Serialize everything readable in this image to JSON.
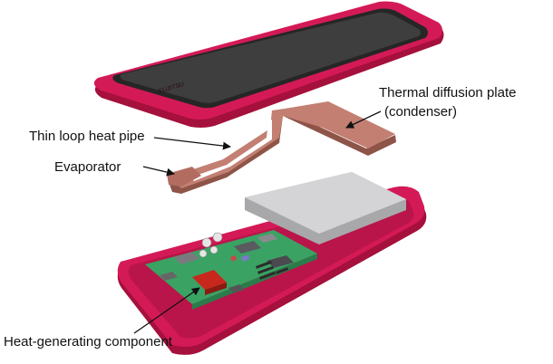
{
  "labels": {
    "thermal_plate_line1": "Thermal diffusion plate",
    "thermal_plate_line2": "(condenser)",
    "loop_pipe": "Thin loop heat pipe",
    "evaporator": "Evaporator",
    "heat_component": "Heat-generating component"
  },
  "phone_logo": "FUJITSU",
  "colors": {
    "case_red": "#d41a56",
    "case_red_dark": "#a5103c",
    "screen": "#3e3e3e",
    "pipe_copper": "#c27f72",
    "pcb_green": "#3aa363",
    "shield_silver": "#d4d4d6"
  }
}
